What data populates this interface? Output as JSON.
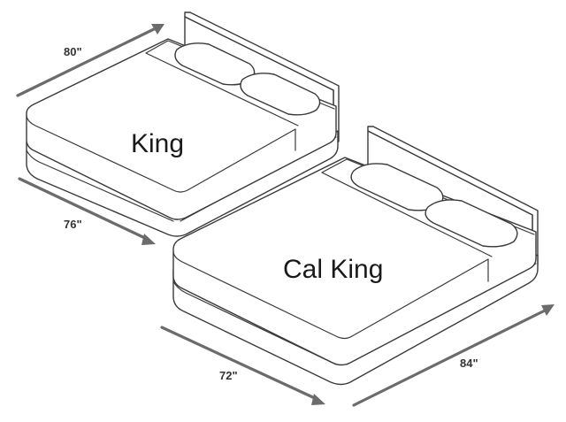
{
  "king": {
    "name": "King",
    "length_label": "80\"",
    "width_label": "76\""
  },
  "cal_king": {
    "name": "Cal King",
    "width_label": "72\"",
    "length_label": "84\""
  },
  "colors": {
    "outline": "#3a3a3a",
    "arrow": "#6b6b6b",
    "text": "#1a1a1a"
  }
}
